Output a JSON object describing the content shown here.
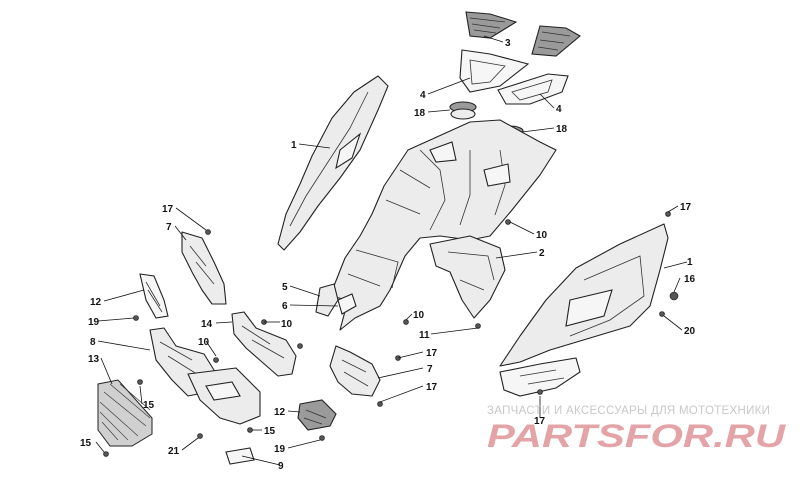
{
  "callouts": [
    {
      "id": "c1a",
      "text": "1"
    },
    {
      "id": "c1b",
      "text": "1"
    },
    {
      "id": "c2",
      "text": "2"
    },
    {
      "id": "c3",
      "text": "3"
    },
    {
      "id": "c4a",
      "text": "4"
    },
    {
      "id": "c4b",
      "text": "4"
    },
    {
      "id": "c5",
      "text": "5"
    },
    {
      "id": "c6",
      "text": "6"
    },
    {
      "id": "c7a",
      "text": "7"
    },
    {
      "id": "c7b",
      "text": "7"
    },
    {
      "id": "c8",
      "text": "8"
    },
    {
      "id": "c9",
      "text": "9"
    },
    {
      "id": "c10a",
      "text": "10"
    },
    {
      "id": "c10b",
      "text": "10"
    },
    {
      "id": "c10c",
      "text": "10"
    },
    {
      "id": "c10d",
      "text": "10"
    },
    {
      "id": "c11",
      "text": "11"
    },
    {
      "id": "c12a",
      "text": "12"
    },
    {
      "id": "c12b",
      "text": "12"
    },
    {
      "id": "c13",
      "text": "13"
    },
    {
      "id": "c14",
      "text": "14"
    },
    {
      "id": "c15a",
      "text": "15"
    },
    {
      "id": "c15b",
      "text": "15"
    },
    {
      "id": "c15c",
      "text": "15"
    },
    {
      "id": "c16",
      "text": "16"
    },
    {
      "id": "c17a",
      "text": "17"
    },
    {
      "id": "c17b",
      "text": "17"
    },
    {
      "id": "c17c",
      "text": "17"
    },
    {
      "id": "c17d",
      "text": "17"
    },
    {
      "id": "c17e",
      "text": "17"
    },
    {
      "id": "c18a",
      "text": "18"
    },
    {
      "id": "c18b",
      "text": "18"
    },
    {
      "id": "c19a",
      "text": "19"
    },
    {
      "id": "c19b",
      "text": "19"
    },
    {
      "id": "c20",
      "text": "20"
    },
    {
      "id": "c21",
      "text": "21"
    }
  ],
  "watermark": {
    "caption": "ЗАПЧАСТИ И АКСЕССУАРЫ ДЛЯ МОТОТЕХНИКИ",
    "logo": "PARTSFOR.RU",
    "logo_color": "#e3a3a7"
  }
}
